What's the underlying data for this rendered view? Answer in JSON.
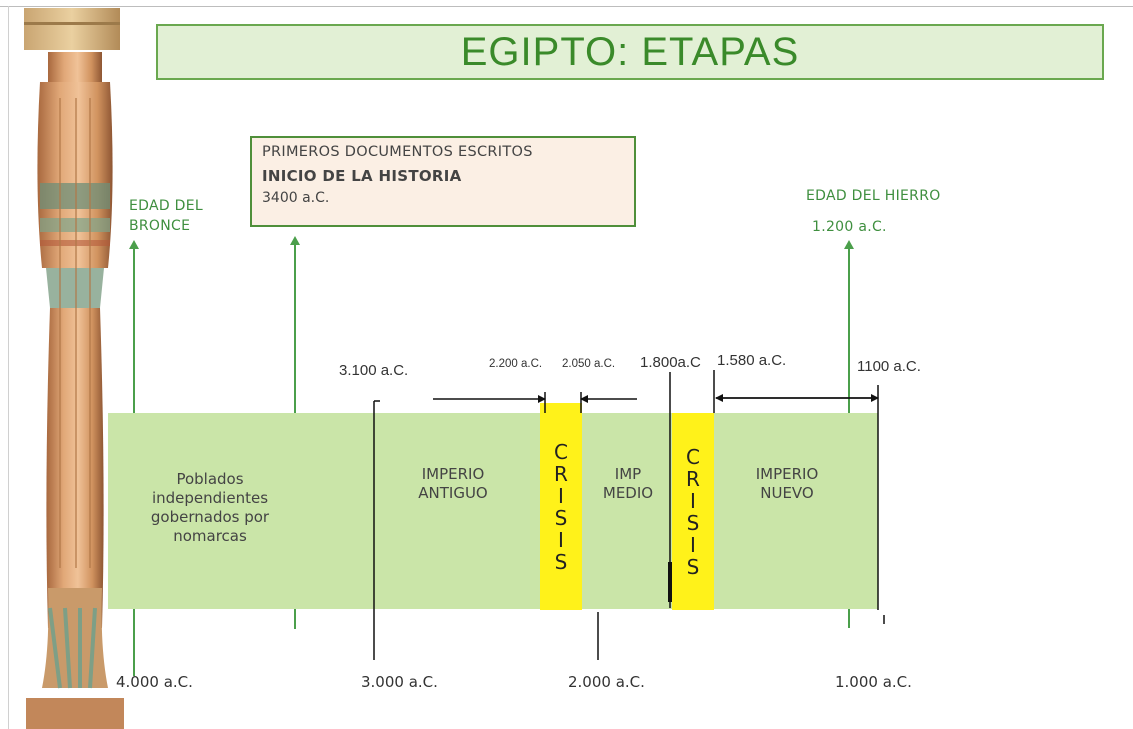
{
  "title": "EGIPTO: ETAPAS",
  "documents_box": {
    "line1": "PRIMEROS DOCUMENTOS ESCRITOS",
    "line2": "INICIO DE LA HISTORIA",
    "line3": "3400 a.C."
  },
  "bronze_age": {
    "line1": "EDAD DEL",
    "line2": "BRONCE"
  },
  "iron_age": {
    "label": "EDAD DEL HIERRO",
    "date": "1.200 a.C."
  },
  "top_dates": {
    "d3100": "3.100 a.C.",
    "d2200": "2.200 a.C.",
    "d2050": "2.050 a.C.",
    "d1800": "1.800a.C",
    "d1580": "1.580 a.C.",
    "d1100": "1100 a.C."
  },
  "eras": {
    "predynastic": [
      "Poblados",
      "independientes",
      "gobernados por",
      "nomarcas"
    ],
    "imperio_antiguo": [
      "IMPERIO",
      "ANTIGUO"
    ],
    "imperio_medio": [
      "IMP",
      "MEDIO"
    ],
    "imperio_nuevo": [
      "IMPERIO",
      "NUEVO"
    ]
  },
  "crisis_letters": [
    "C",
    "R",
    "I",
    "S",
    "I",
    "S"
  ],
  "bottom_dates": {
    "d4000": "4.000 a.C.",
    "d3000": "3.000 a.C.",
    "d2000": "2.000 a.C.",
    "d1000": "1.000 a.C."
  },
  "colors": {
    "band": "#cae5a8",
    "crisis": "#fff21a",
    "title_text": "#3a8a2a",
    "accent_green": "#4b9f4b"
  }
}
